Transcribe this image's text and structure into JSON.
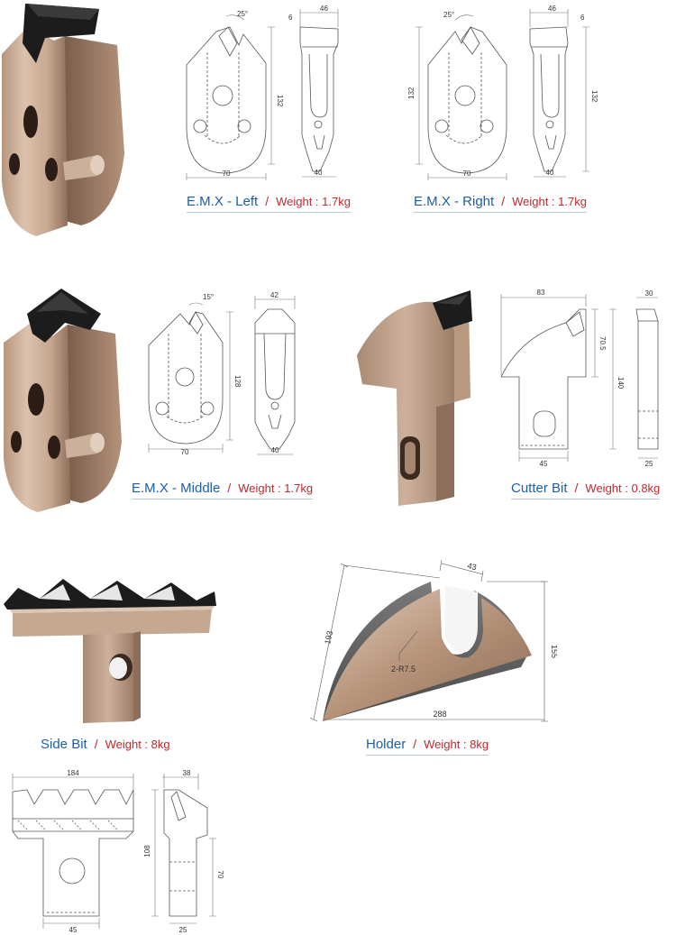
{
  "colors": {
    "name": "#1b5fa8",
    "weight": "#c0282d",
    "metal": "#c9a88e",
    "carbide": "#1c1c1c"
  },
  "items": [
    {
      "name": "E.M.X - Left",
      "sep": "/",
      "weight": "Weight : 1.7kg",
      "dims": {
        "angle": "25°",
        "top_width": "46",
        "offset": "6",
        "height": "132",
        "base_width": "70",
        "side_width": "40"
      }
    },
    {
      "name": "E.M.X - Right",
      "sep": "/",
      "weight": "Weight : 1.7kg",
      "dims": {
        "angle": "25°",
        "top_width": "46",
        "offset": "6",
        "height_left": "132",
        "height_right": "132",
        "base_width": "70",
        "side_width": "40"
      }
    },
    {
      "name": "E.M.X - Middle",
      "sep": "/",
      "weight": "Weight : 1.7kg",
      "dims": {
        "angle": "15°",
        "top_width": "42",
        "height": "128",
        "base_width": "70",
        "side_width": "40"
      }
    },
    {
      "name": "Cutter Bit",
      "sep": "/",
      "weight": "Weight : 0.8kg",
      "dims": {
        "top_width": "83",
        "mid_height": "70.5",
        "height": "140",
        "shank_width": "45",
        "side_top": "30",
        "side_bottom": "25"
      }
    },
    {
      "name": "Side Bit",
      "sep": "/",
      "weight": "Weight : 8kg",
      "dims": {
        "width": "184",
        "shank_width": "45",
        "side_top": "38",
        "height": "108",
        "shank_height": "70",
        "side_bottom": "25"
      }
    },
    {
      "name": "Holder",
      "sep": "/",
      "weight": "Weight : 8kg",
      "dims": {
        "slot": "43",
        "diag": "193",
        "height": "155",
        "length": "288",
        "radius": "2-R7.5"
      }
    }
  ]
}
